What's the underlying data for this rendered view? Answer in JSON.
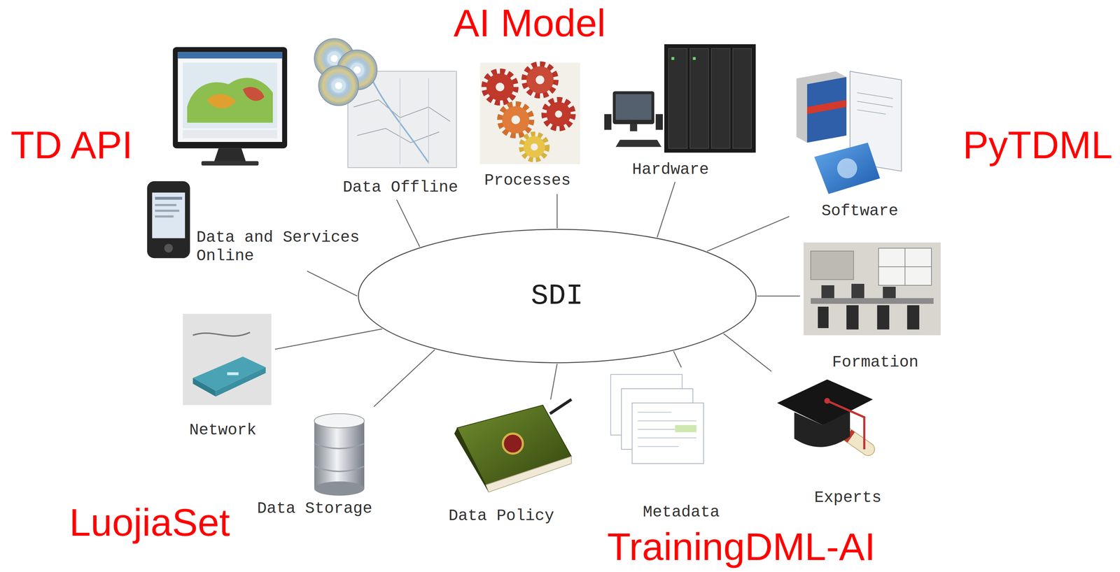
{
  "diagram": {
    "nodes": [
      {
        "text": [
          "SDI"
        ]
      },
      {
        "text": [
          "Data and Services Online"
        ]
      },
      {
        "text": [
          "Data Offline"
        ]
      },
      {
        "text": [
          "Processes"
        ]
      },
      {
        "text": [
          "Hardware"
        ]
      },
      {
        "text": [
          "Software"
        ]
      },
      {
        "text": [
          "Formation"
        ]
      },
      {
        "text": [
          "Experts"
        ]
      },
      {
        "text": [
          "Metadata"
        ]
      },
      {
        "text": [
          "Data Policy"
        ]
      },
      {
        "text": [
          "Data Storage"
        ]
      },
      {
        "text": [
          "Network"
        ]
      }
    ],
    "edges": [
      {
        "from": 0,
        "to": 1,
        "arrow": "none"
      },
      {
        "from": 0,
        "to": 2,
        "arrow": "none"
      },
      {
        "from": 0,
        "to": 3,
        "arrow": "none"
      },
      {
        "from": 0,
        "to": 4,
        "arrow": "none"
      },
      {
        "from": 0,
        "to": 5,
        "arrow": "none"
      },
      {
        "from": 0,
        "to": 6,
        "arrow": "none"
      },
      {
        "from": 0,
        "to": 7,
        "arrow": "none"
      },
      {
        "from": 0,
        "to": 8,
        "arrow": "none"
      },
      {
        "from": 0,
        "to": 9,
        "arrow": "none"
      },
      {
        "from": 0,
        "to": 10,
        "arrow": "none"
      },
      {
        "from": 0,
        "to": 11,
        "arrow": "none"
      }
    ],
    "labels": [
      "AI Model",
      "TD API",
      "PyTDML",
      "LuojiaSet",
      "TrainingDML-AI"
    ]
  }
}
